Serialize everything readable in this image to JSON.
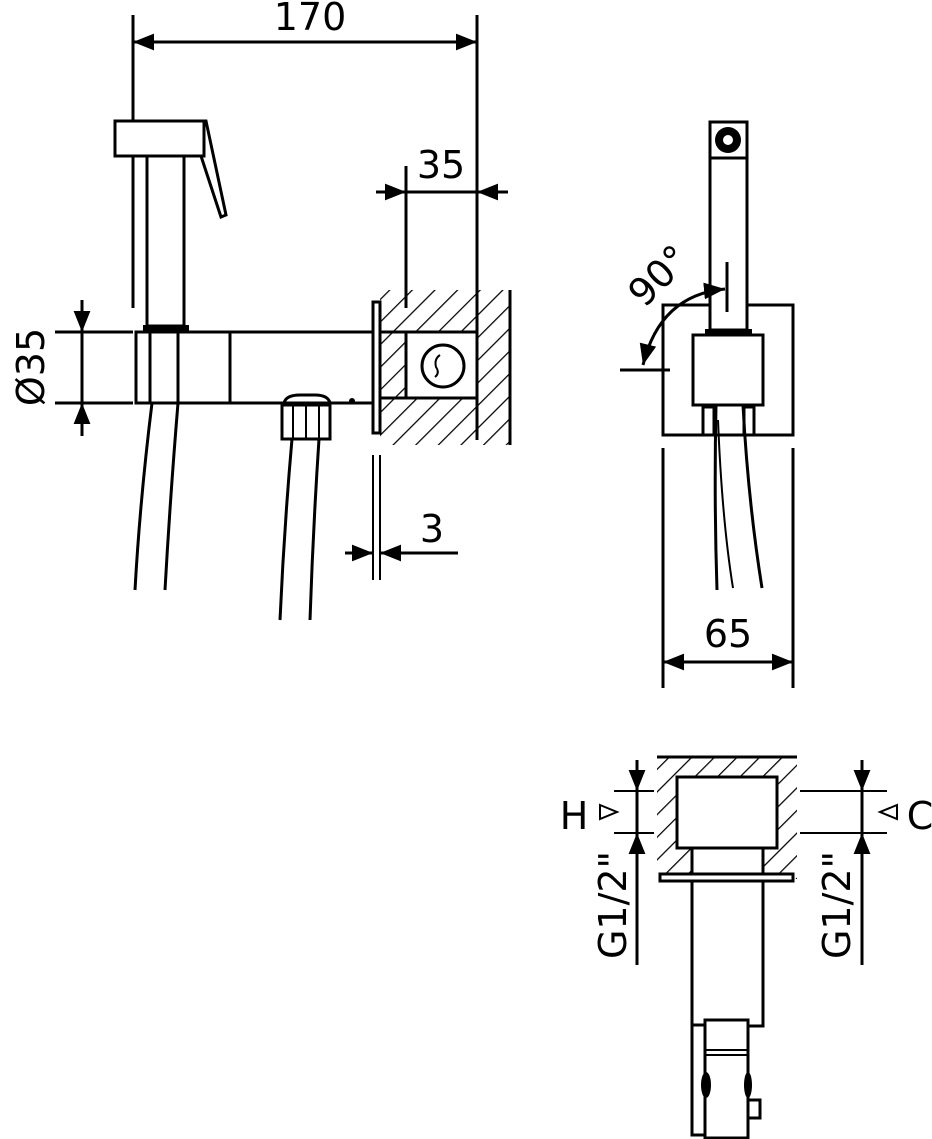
{
  "drawing": {
    "front_view": {
      "overall_length": "170",
      "wall_depth": "35",
      "diameter": "Ø35",
      "flange_thickness": "3"
    },
    "side_view": {
      "rotation_angle": "90°",
      "plate_width": "65"
    },
    "bottom_view": {
      "hot_label": "H",
      "cold_label": "C",
      "thread_left": "G1/2\"",
      "thread_right": "G1/2\""
    }
  },
  "colors": {
    "line": "#000000",
    "background": "#ffffff"
  }
}
